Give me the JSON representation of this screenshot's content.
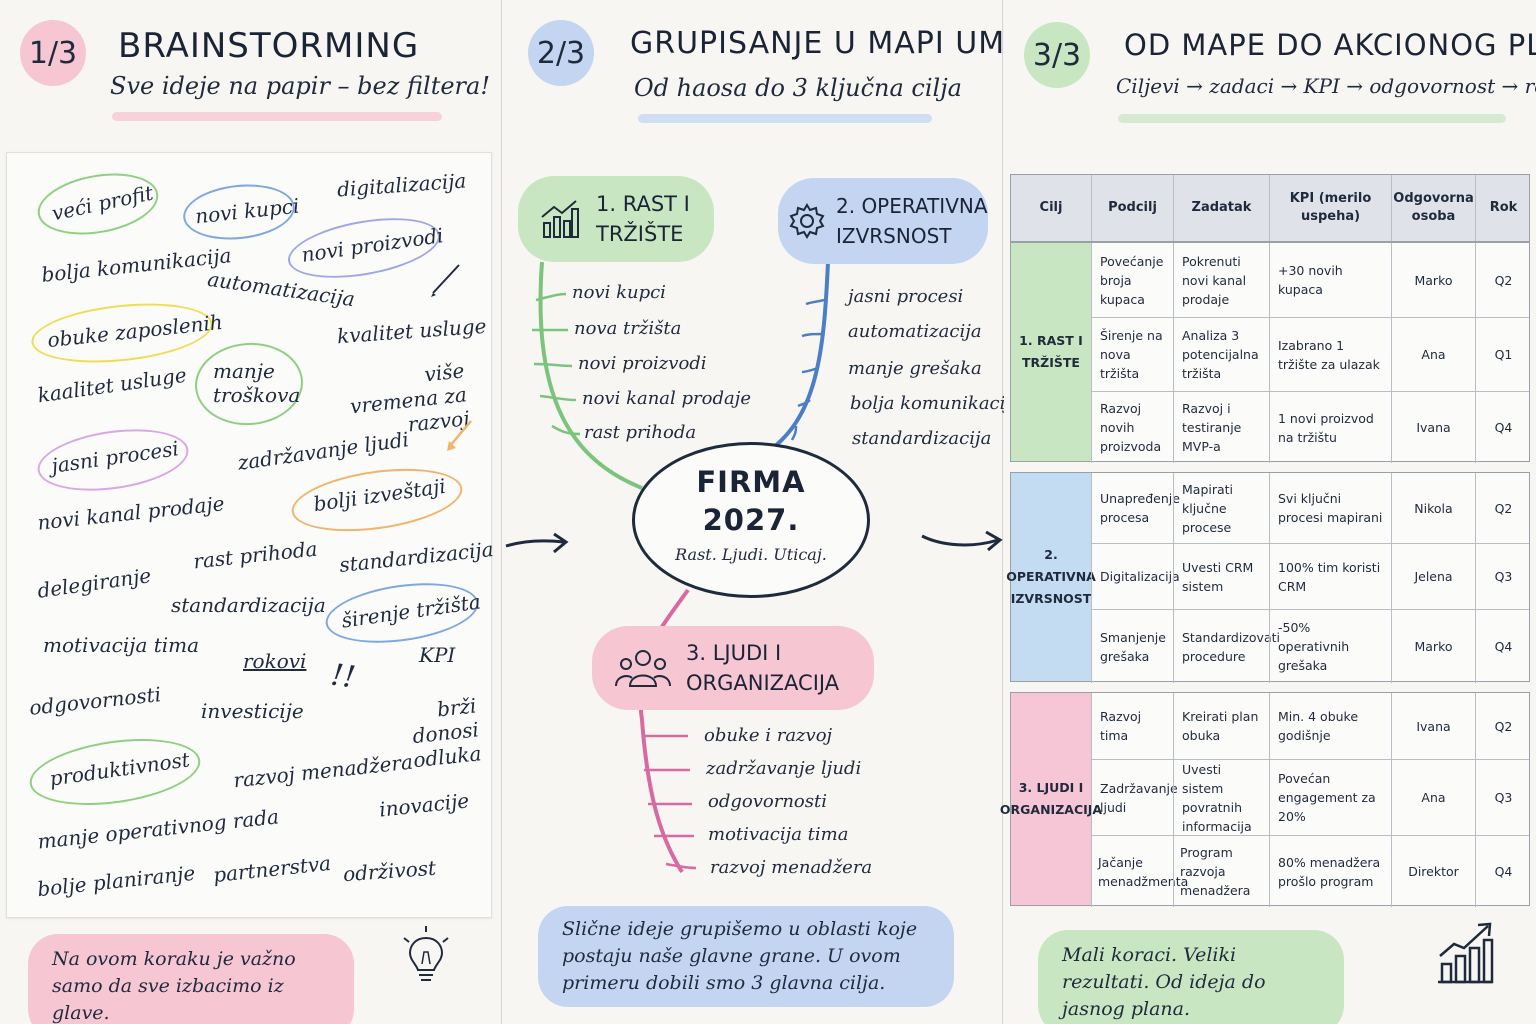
{
  "colors": {
    "pink": "#f6c6d2",
    "blue": "#c3d5f0",
    "green": "#c9e6c2",
    "yellow": "#f2e27a",
    "purple": "#d9a6e6",
    "orange": "#f2b36b",
    "ink": "#1f2a3d",
    "mm_green": "#7cc47c",
    "mm_blue": "#4a7fc6",
    "mm_pink": "#d86aa0"
  },
  "panel1": {
    "number": "1/3",
    "title": "BRAINSTORMING",
    "subtitle": "Sve ideje na papir – bez filtera!",
    "ideas": [
      "veći profit",
      "novi kupci",
      "digitalizacija",
      "bolja komunikacija",
      "novi proizvodi",
      "automatizacija",
      "obuke zaposlenih",
      "kvalitet usluge",
      "kaalitet usluge",
      "manje troškova",
      "više vremena za razvoj",
      "jasni procesi",
      "zadržavanje ljudi",
      "novi kanal prodaje",
      "bolji izveštaji",
      "rast prihoda",
      "delegiranje",
      "standardizacija",
      "standardizacija",
      "širenje tržišta",
      "motivacija tima",
      "rokovi",
      "KPI",
      "odgovornosti",
      "investicije",
      "brži donosi odluka",
      "produktivnost",
      "razvoj menadžera",
      "manje operativnog rada",
      "inovacije",
      "bolje planiranje",
      "partnerstva",
      "održivost"
    ],
    "exclamation": "!!",
    "note": "Na ovom koraku je važno samo da sve izbacimo iz glave.",
    "bulb_icon": "lightbulb-icon"
  },
  "panel2": {
    "number": "2/3",
    "title": "GRUPISANJE U MAPI UMA",
    "subtitle": "Od haosa do 3 ključna cilja",
    "center_title": "FIRMA 2027.",
    "center_sub": "Rast. Ljudi. Uticaj.",
    "branches": [
      {
        "label_1": "1. RAST I",
        "label_2": "TRŽIŠTE",
        "icon": "bar-chart-icon",
        "items": [
          "novi kupci",
          "nova tržišta",
          "novi proizvodi",
          "novi kanal prodaje",
          "rast prihoda"
        ]
      },
      {
        "label_1": "2. OPERATIVNA",
        "label_2": "IZVRSNOST",
        "icon": "gear-icon",
        "items": [
          "jasni procesi",
          "automatizacija",
          "manje grešaka",
          "bolja komunikacija",
          "standardizacija"
        ]
      },
      {
        "label_1": "3. LJUDI I",
        "label_2": "ORGANIZACIJA",
        "icon": "people-icon",
        "items": [
          "obuke i razvoj",
          "zadržavanje ljudi",
          "odgovornosti",
          "motivacija tima",
          "razvoj menadžera"
        ]
      }
    ],
    "note": "Slične ideje grupišemo u oblasti koje postaju naše glavne grane. U ovom primeru dobili smo 3 glavna cilja."
  },
  "panel3": {
    "number": "3/3",
    "title": "OD MAPE DO AKCIONOG PLANA",
    "subtitle": "Ciljevi → zadaci → KPI → odgovornost → rok",
    "headers": [
      "Cilj",
      "Podcilj",
      "Zadatak",
      "KPI (merilo uspeha)",
      "Odgovorna osoba",
      "Rok"
    ],
    "groups": [
      {
        "goal": "1. RAST I TRŽIŠTE",
        "rows": [
          [
            "Povećanje broja kupaca",
            "Pokrenuti novi kanal prodaje",
            "+30 novih kupaca",
            "Marko",
            "Q2"
          ],
          [
            "Širenje na nova tržišta",
            "Analiza 3 potencijalna tržišta",
            "Izabrano 1 tržište za ulazak",
            "Ana",
            "Q1"
          ],
          [
            "Razvoj novih proizvoda",
            "Razvoj i testiranje MVP-a",
            "1 novi proizvod na tržištu",
            "Ivana",
            "Q4"
          ]
        ]
      },
      {
        "goal": "2. OPERATIVNA IZVRSNOST",
        "rows": [
          [
            "Unapređenje procesa",
            "Mapirati ključne procese",
            "Svi ključni procesi mapirani",
            "Nikola",
            "Q2"
          ],
          [
            "Digitalizacija",
            "Uvesti CRM sistem",
            "100% tim koristi CRM",
            "Jelena",
            "Q3"
          ],
          [
            "Smanjenje grešaka",
            "Standardizovati procedure",
            "-50% operativnih grešaka",
            "Marko",
            "Q4"
          ]
        ]
      },
      {
        "goal": "3. LJUDI I ORGANIZACIJA",
        "rows": [
          [
            "Razvoj tima",
            "Kreirati plan obuka",
            "Min. 4 obuke godišnje",
            "Ivana",
            "Q2"
          ],
          [
            "Zadržavanje ljudi",
            "Uvesti sistem povratnih informacija",
            "Povećan engagement za 20%",
            "Ana",
            "Q3"
          ],
          [
            "Jačanje menadžmenta",
            "Program razvoja menadžera",
            "80% menadžera prošlo program",
            "Direktor",
            "Q4"
          ]
        ]
      }
    ],
    "note": "Mali koraci. Veliki rezultati. Od ideja do jasnog plana.",
    "growth_icon": "growth-chart-icon"
  }
}
